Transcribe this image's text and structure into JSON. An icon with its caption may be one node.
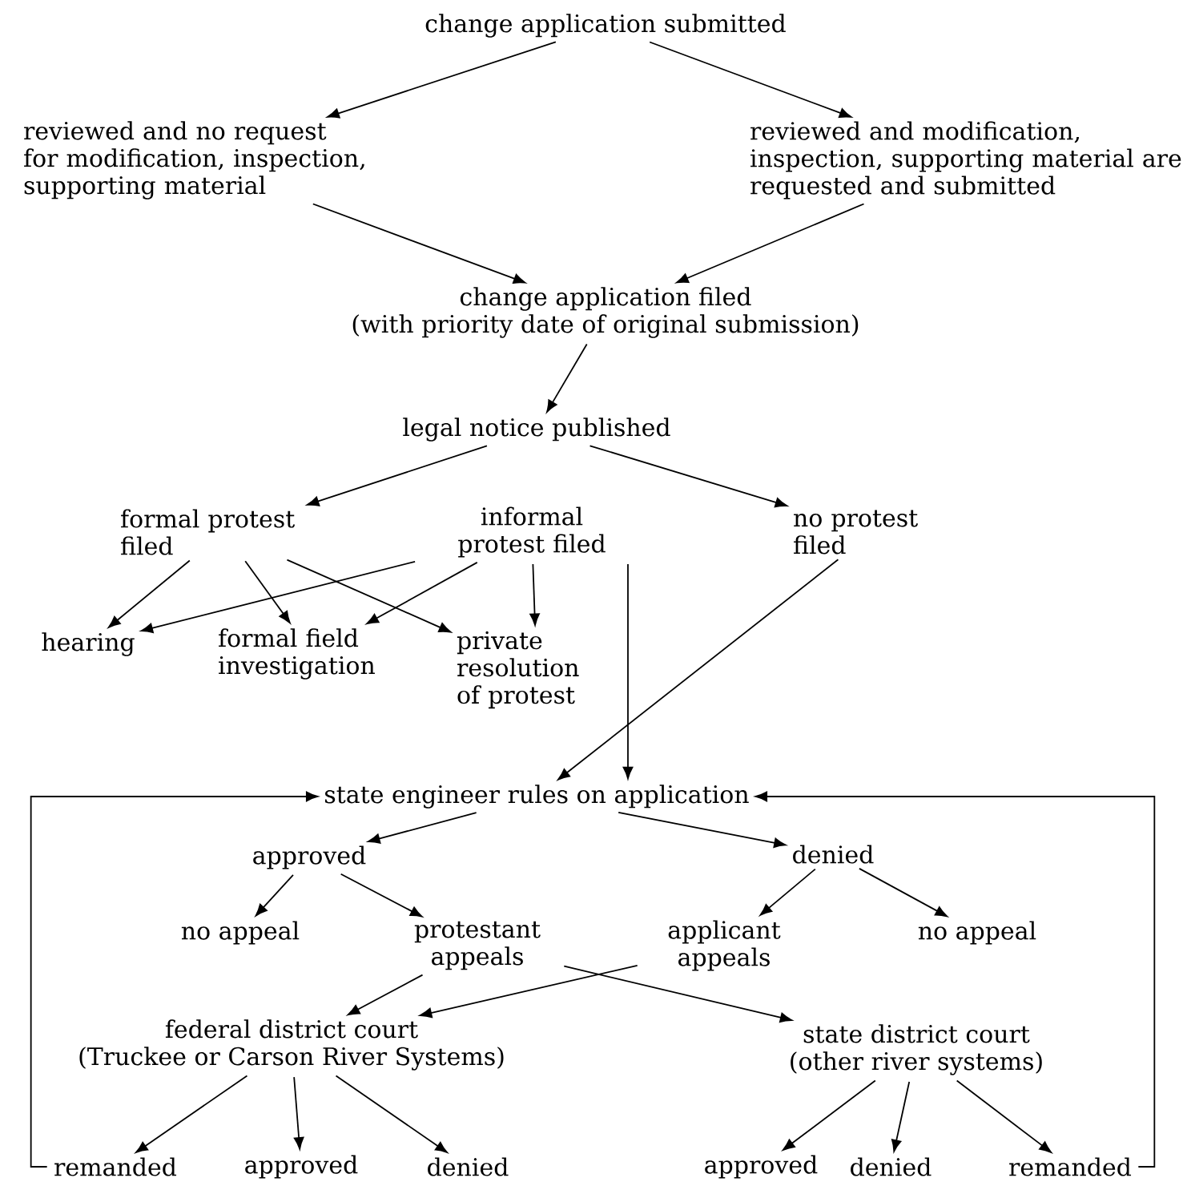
{
  "diagram": {
    "nodes": [
      {
        "text": [
          "change application submitted"
        ]
      },
      {
        "text": [
          "reviewed and no request for modification, inspection, supporting material"
        ]
      },
      {
        "text": [
          "reviewed and modification, inspection, supporting material are requested and submitted"
        ]
      },
      {
        "text": [
          "change application filed",
          "(with priority date of original submission)"
        ]
      },
      {
        "text": [
          "legal notice published"
        ]
      },
      {
        "text": [
          "formal protest filed"
        ]
      },
      {
        "text": [
          "informal protest filed"
        ]
      },
      {
        "text": [
          "no protest filed"
        ]
      },
      {
        "text": [
          "hearing"
        ]
      },
      {
        "text": [
          "formal field investigation"
        ]
      },
      {
        "text": [
          "private resolution of protest"
        ]
      },
      {
        "text": [
          "state engineer rules on application"
        ]
      },
      {
        "text": [
          "approved"
        ]
      },
      {
        "text": [
          "denied"
        ]
      },
      {
        "text": [
          "no appeal"
        ]
      },
      {
        "text": [
          "protestant appeals"
        ]
      },
      {
        "text": [
          "applicant appeals"
        ]
      },
      {
        "text": [
          "no appeal"
        ]
      },
      {
        "text": [
          "federal district court",
          "(Truckee or Carson River Systems)"
        ]
      },
      {
        "text": [
          "state district court",
          "(other river systems)"
        ]
      },
      {
        "text": [
          "remanded"
        ]
      },
      {
        "text": [
          "approved"
        ]
      },
      {
        "text": [
          "denied"
        ]
      },
      {
        "text": [
          "approved"
        ]
      },
      {
        "text": [
          "denied"
        ]
      },
      {
        "text": [
          "remanded"
        ]
      }
    ],
    "edges": [
      {
        "from": 0,
        "to": 1,
        "arrow": "to"
      },
      {
        "from": 0,
        "to": 2,
        "arrow": "to"
      },
      {
        "from": 1,
        "to": 3,
        "arrow": "to"
      },
      {
        "from": 2,
        "to": 3,
        "arrow": "to"
      },
      {
        "from": 3,
        "to": 4,
        "arrow": "to"
      },
      {
        "from": 4,
        "to": 5,
        "arrow": "to"
      },
      {
        "from": 4,
        "to": 7,
        "arrow": "to"
      },
      {
        "from": 5,
        "to": 8,
        "arrow": "to"
      },
      {
        "from": 5,
        "to": 9,
        "arrow": "to"
      },
      {
        "from": 5,
        "to": 10,
        "arrow": "to"
      },
      {
        "from": 6,
        "to": 8,
        "arrow": "to"
      },
      {
        "from": 6,
        "to": 9,
        "arrow": "to"
      },
      {
        "from": 6,
        "to": 10,
        "arrow": "to"
      },
      {
        "from": 6,
        "to": 11,
        "arrow": "to"
      },
      {
        "from": 7,
        "to": 11,
        "arrow": "to"
      },
      {
        "from": 11,
        "to": 12,
        "arrow": "to"
      },
      {
        "from": 11,
        "to": 13,
        "arrow": "to"
      },
      {
        "from": 12,
        "to": 14,
        "arrow": "to"
      },
      {
        "from": 12,
        "to": 15,
        "arrow": "to"
      },
      {
        "from": 13,
        "to": 16,
        "arrow": "to"
      },
      {
        "from": 13,
        "to": 17,
        "arrow": "to"
      },
      {
        "from": 15,
        "to": 18,
        "arrow": "to"
      },
      {
        "from": 15,
        "to": 19,
        "arrow": "to"
      },
      {
        "from": 16,
        "to": 18,
        "arrow": "to"
      },
      {
        "from": 18,
        "to": 20,
        "arrow": "to"
      },
      {
        "from": 18,
        "to": 21,
        "arrow": "to"
      },
      {
        "from": 18,
        "to": 22,
        "arrow": "to"
      },
      {
        "from": 19,
        "to": 23,
        "arrow": "to"
      },
      {
        "from": 19,
        "to": 24,
        "arrow": "to"
      },
      {
        "from": 19,
        "to": 25,
        "arrow": "to"
      },
      {
        "from": 20,
        "to": 11,
        "arrow": "to"
      },
      {
        "from": 25,
        "to": 11,
        "arrow": "to"
      }
    ]
  }
}
